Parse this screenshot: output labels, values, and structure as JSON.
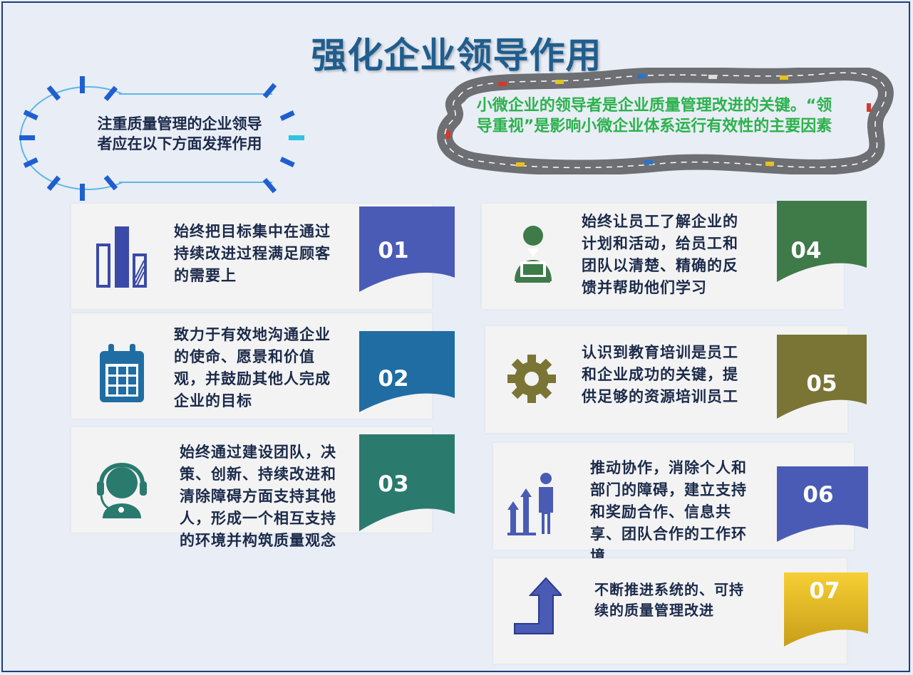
{
  "title": "强化企业领导作用",
  "intro": "注重质量管理的企业领导者应在以下方面发挥作用",
  "road_note": "小微企业的领导者是企业质量管理改进的关键。“领导重视”是影响小微企业体系运行有效性的主要因素",
  "colors": {
    "title": "#1f5e8e",
    "tag_01": "#4a5bb5",
    "tag_02": "#1f6da3",
    "tag_03": "#2a7a6e",
    "tag_04": "#3f7a49",
    "tag_05": "#7a7535",
    "tag_06": "#4a5bb5",
    "tag_07": "#e2b720"
  },
  "items": [
    {
      "num": "01",
      "text": "始终把目标集中在通过持续改进过程满足顾客的需要上",
      "icon": "bar-chart-icon"
    },
    {
      "num": "02",
      "text": "致力于有效地沟通企业的使命、愿景和价值观，并鼓励其他人完成企业的目标",
      "icon": "calendar-icon"
    },
    {
      "num": "03",
      "text": "始终通过建设团队，决策、创新、持续改进和清除障碍方面支持其他人，形成一个相互支持的环境并构筑质量观念",
      "icon": "headset-person-icon"
    },
    {
      "num": "04",
      "text": "始终让员工了解企业的计划和活动，给员工和团队以清楚、精确的反馈并帮助他们学习",
      "icon": "person-laptop-icon"
    },
    {
      "num": "05",
      "text": "认识到教育培训是员工和企业成功的关键，提供足够的资源培训员工",
      "icon": "gear-icon"
    },
    {
      "num": "06",
      "text": "推动协作，消除个人和部门的障碍，建立支持和奖励合作、信息共享、团队合作的工作环境",
      "icon": "person-growth-icon"
    },
    {
      "num": "07",
      "text": "不断推进系统的、可持续的质量管理改进",
      "icon": "up-arrow-icon"
    }
  ]
}
